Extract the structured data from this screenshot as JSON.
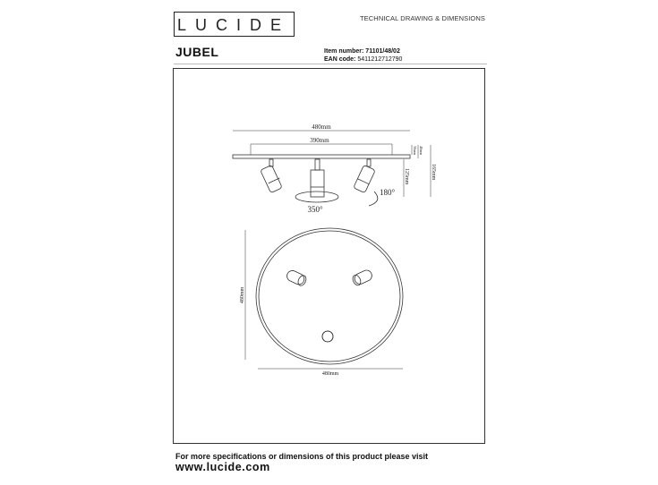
{
  "header": {
    "logo_text": "LUCIDE",
    "subtitle": "TECHNICAL DRAWING & DIMENSIONS",
    "product_name": "JUBEL",
    "item_number_label": "Item number:",
    "item_number": "71101/48/02",
    "ean_label": "EAN code:",
    "ean": "5411212712790"
  },
  "drawing": {
    "side_view": {
      "total_width": "480mm",
      "mount_width": "390mm",
      "plate_height": "30mm",
      "base_height": "40mm",
      "spot_height": "125mm",
      "total_height": "165mm",
      "rotation_horizontal": "350°",
      "rotation_vertical": "180°"
    },
    "bottom_view": {
      "width": "480mm",
      "depth": "480mm"
    }
  },
  "footer": {
    "note": "For more specifications or dimensions of this product please visit",
    "url": "www.lucide.com"
  }
}
